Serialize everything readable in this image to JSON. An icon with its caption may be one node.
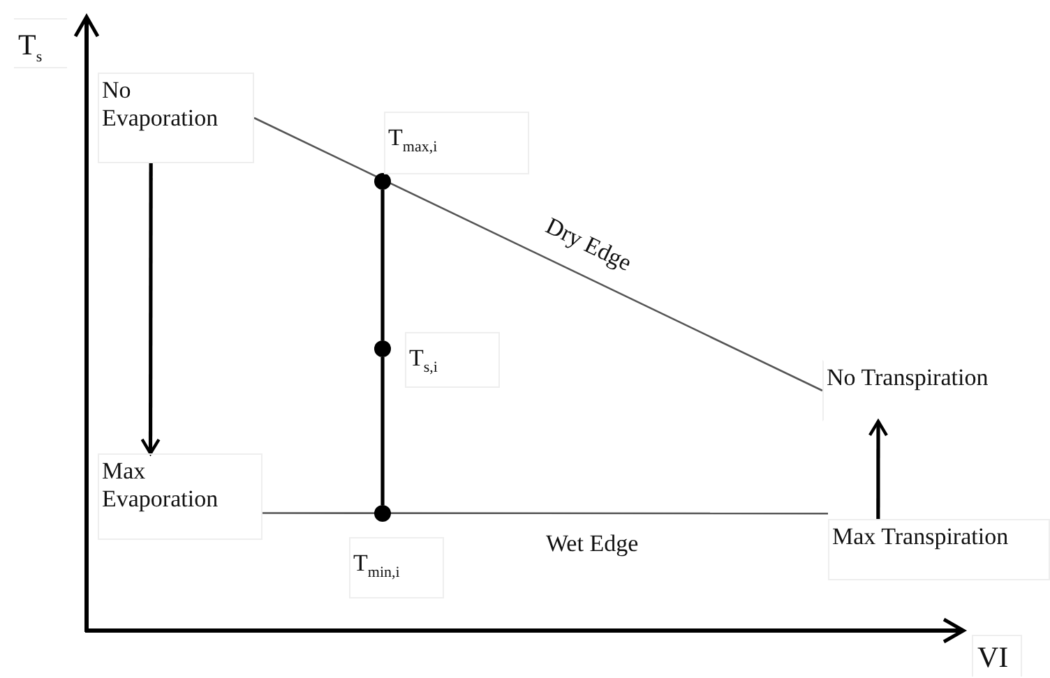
{
  "diagram": {
    "nodes": [
      {
        "text": [
          "No Evaporation"
        ]
      },
      {
        "text": [],
        "shape": "circle",
        "beside": [
          "T$_{max,i}$"
        ]
      },
      {
        "text": [],
        "shape": "circle",
        "beside": [
          "T$_{s,i}$"
        ]
      },
      {
        "text": [
          "Max Evaporation"
        ]
      },
      {
        "text": [],
        "shape": "circle",
        "beside": [
          "T$_{min,i}$"
        ]
      },
      {
        "text": [
          "No Transpiration"
        ]
      },
      {
        "text": [
          "Max Transpiration"
        ]
      }
    ],
    "edges": [
      {
        "from": 0,
        "to": 5,
        "arrow": "none",
        "label": "Dry Edge",
        "color": "#555555"
      },
      {
        "from": 0,
        "to": 3,
        "arrow": "to"
      },
      {
        "from": 3,
        "to": 6,
        "arrow": "none",
        "label": "Wet Edge",
        "color": "#555555"
      },
      {
        "from": 6,
        "to": 5,
        "arrow": "to"
      },
      {
        "from": 1,
        "to": 2,
        "arrow": "none"
      },
      {
        "from": 2,
        "to": 4,
        "arrow": "none"
      }
    ],
    "labels": [
      "T$_{s}$",
      "VI"
    ]
  }
}
